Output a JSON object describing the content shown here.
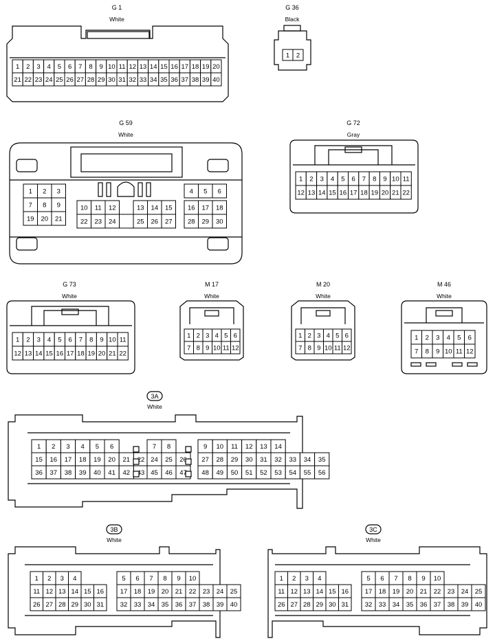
{
  "connectors": {
    "g1": {
      "name": "G 1",
      "color": "White"
    },
    "g36": {
      "name": "G 36",
      "color": "Black"
    },
    "g59": {
      "name": "G 59",
      "color": "White"
    },
    "g72": {
      "name": "G 72",
      "color": "Gray"
    },
    "g73": {
      "name": "G 73",
      "color": "White"
    },
    "m17": {
      "name": "M 17",
      "color": "White"
    },
    "m20": {
      "name": "M 20",
      "color": "White"
    },
    "m46": {
      "name": "M 46",
      "color": "White"
    },
    "c3a": {
      "name": "3A",
      "color": "White"
    },
    "c3b": {
      "name": "3B",
      "color": "White"
    },
    "c3c": {
      "name": "3C",
      "color": "White"
    }
  }
}
